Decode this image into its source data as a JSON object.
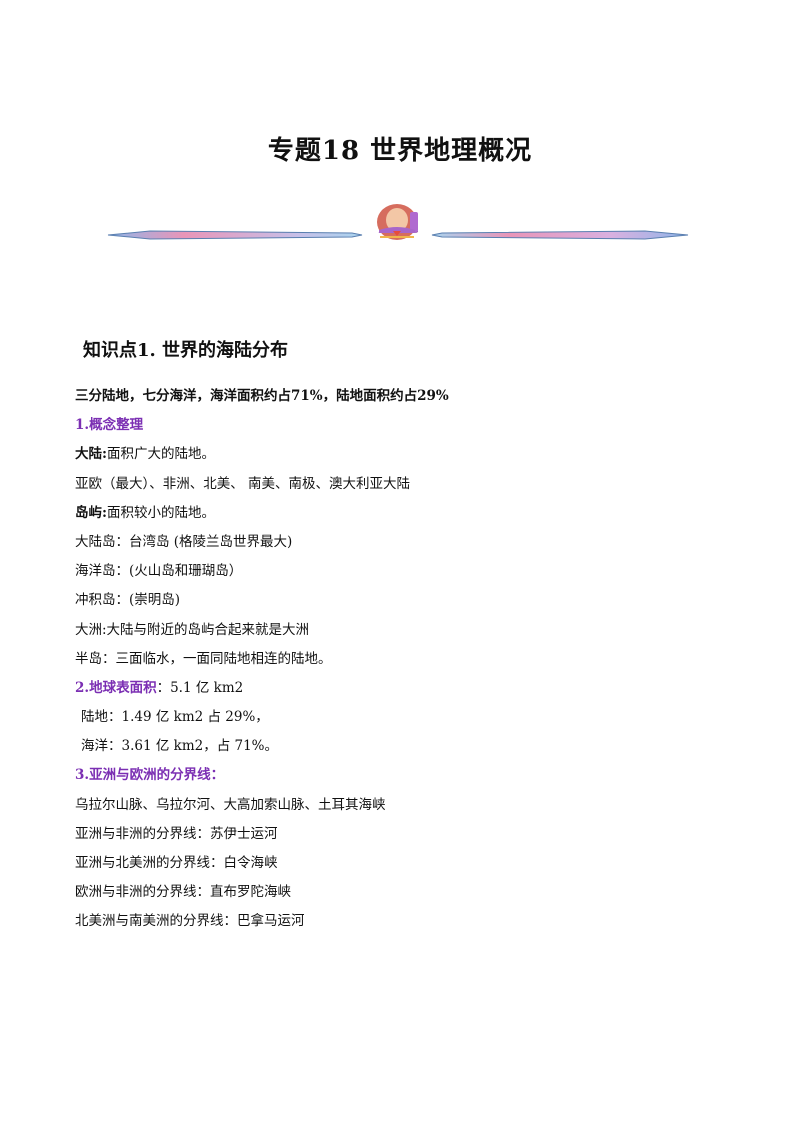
{
  "doc": {
    "title": "专题18  世界地理概况",
    "section_heading": "知识点1. 世界的海陆分布",
    "summary": "三分陆地，七分海洋，海洋面积约占71%，陆地面积约占29%",
    "sub1": {
      "heading": "1.概念整理"
    },
    "continent": {
      "term": "大陆:",
      "def": "面积广大的陆地。"
    },
    "continent_list": "亚欧（最大）、非洲、北美、  南美、南极、澳大利亚大陆",
    "island": {
      "term": "岛屿:",
      "def": "面积较小的陆地。"
    },
    "mainland_island": "大陆岛：台湾岛  (格陵兰岛世界最大)",
    "ocean_island": "海洋岛：(火山岛和珊瑚岛）",
    "alluvial_island": "冲积岛：(崇明岛)",
    "continent_region": "大洲:大陆与附近的岛屿合起来就是大洲",
    "peninsula": "半岛：三面临水，一面同陆地相连的陆地。",
    "sub2": {
      "heading": "2.地球表面积",
      "value": "：5.1 亿 km2"
    },
    "land_area": "陆地：1.49 亿 km2 占 29%，",
    "ocean_area": "海洋：3.61 亿 km2，占 71%。",
    "sub3": {
      "heading": "3.亚洲与欧洲的分界线："
    },
    "asia_europe_boundary": "乌拉尔山脉、乌拉尔河、大高加索山脉、土耳其海峡",
    "asia_africa": "亚洲与非洲的分界线：苏伊士运河",
    "asia_namerica": "亚洲与北美洲的分界线：白令海峡",
    "europe_africa": "欧洲与非洲的分界线：直布罗陀海峡",
    "namerica_samerica": "北美洲与南美洲的分界线：巴拿马运河"
  },
  "colors": {
    "accent_purple": "#7b2fb3"
  },
  "icons": {
    "divider_center": "teacher-avatar-icon"
  }
}
